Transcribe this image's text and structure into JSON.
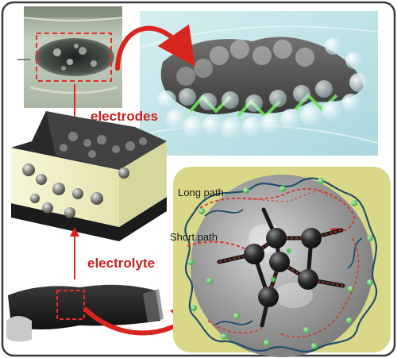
{
  "labels": {
    "electrodes": "electrodes",
    "electrolyte": "electrolyte",
    "long_path": "Long path",
    "short_path": "Short path"
  },
  "colors": {
    "outer_border": "#3a3a3a",
    "arrow_red": "#d8261f",
    "dashed_box_red": "#e0302a",
    "label_red": "#c8201e",
    "panel_cyan": "#bfe3e6",
    "panel_yellow": "#d9d888",
    "sphere_gray": "#8f8f8f",
    "polymer_blue": "#1f4e6b",
    "ion_green": "#56c65a",
    "path_red": "#d23a2a"
  }
}
